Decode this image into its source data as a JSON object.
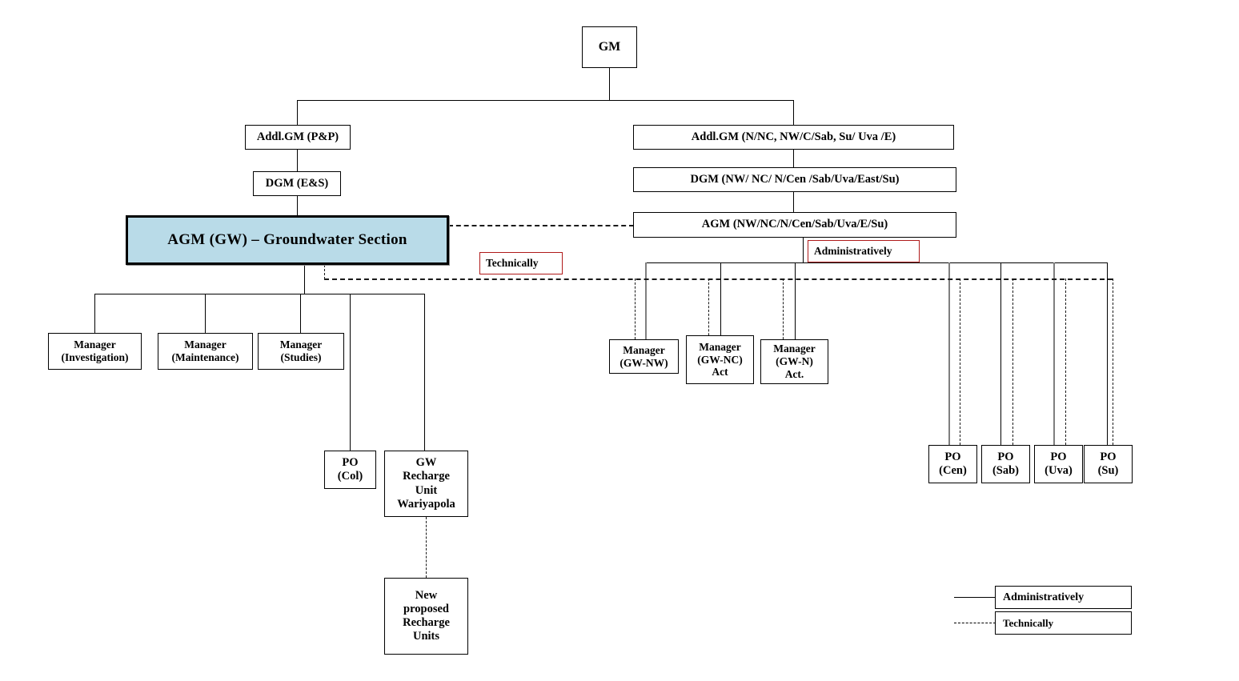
{
  "diagram": {
    "title": "Groundwater Section Organizational Structure",
    "nodes": {
      "gm": "GM",
      "addl_gm_pp": "Addl.GM (P&P)",
      "dgm_es": "DGM (E&S)",
      "agm_gw": "AGM (GW) – Groundwater  Section",
      "addl_gm_regions": "Addl.GM (N/NC, NW/C/Sab, Su/ Uva /E)",
      "dgm_regions": "DGM (NW/ NC/ N/Cen /Sab/Uva/East/Su)",
      "agm_regions": "AGM (NW/NC/N/Cen/Sab/Uva/E/Su)",
      "mgr_investigation_l1": "Manager",
      "mgr_investigation_l2": "(Investigation)",
      "mgr_maintenance_l1": "Manager",
      "mgr_maintenance_l2": "(Maintenance)",
      "mgr_studies_l1": "Manager",
      "mgr_studies_l2": "(Studies)",
      "po_col_l1": "PO",
      "po_col_l2": "(Col)",
      "gw_recharge_l1": "GW",
      "gw_recharge_l2": "Recharge",
      "gw_recharge_l3": "Unit",
      "gw_recharge_l4": "Wariyapola",
      "new_units_l1": "New",
      "new_units_l2": "proposed",
      "new_units_l3": "Recharge",
      "new_units_l4": "Units",
      "mgr_gw_nw_l1": "Manager",
      "mgr_gw_nw_l2": "(GW-NW)",
      "mgr_gw_nc_l1": "Manager",
      "mgr_gw_nc_l2": "(GW-NC)",
      "mgr_gw_nc_l3": "Act",
      "mgr_gw_n_l1": "Manager",
      "mgr_gw_n_l2": "(GW-N)",
      "mgr_gw_n_l3": "Act.",
      "po_cen_l1": "PO",
      "po_cen_l2": "(Cen)",
      "po_sab_l1": "PO",
      "po_sab_l2": "(Sab)",
      "po_uva_l1": "PO",
      "po_uva_l2": "(Uva)",
      "po_su_l1": "PO",
      "po_su_l2": "(Su)"
    },
    "annotations": {
      "technically": "Technically",
      "administratively": "Administratively"
    },
    "legend": {
      "administratively": "Administratively",
      "technically": "Technically"
    },
    "colors": {
      "highlight_fill": "#b9dbe8",
      "annotation_border": "#b01a1a",
      "line": "#000000",
      "line_gray": "#7f7f7f"
    }
  }
}
